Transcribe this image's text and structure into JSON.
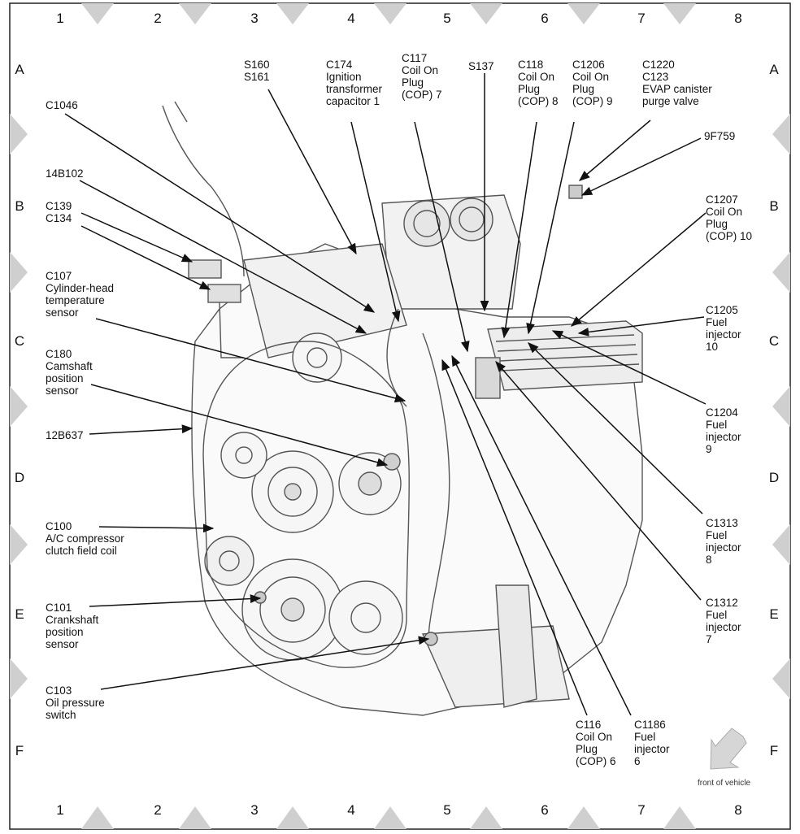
{
  "grid": {
    "columns": [
      "1",
      "2",
      "3",
      "4",
      "5",
      "6",
      "7",
      "8"
    ],
    "rows": [
      "A",
      "B",
      "C",
      "D",
      "E",
      "F"
    ]
  },
  "labels": {
    "s160": "S160\nS161",
    "c174": "C174\nIgnition\ntransformer\ncapacitor 1",
    "c117": "C117\nCoil On\nPlug\n(COP) 7",
    "s137": "S137",
    "c118": "C118\nCoil On\nPlug\n(COP) 8",
    "c1206": "C1206\nCoil On\nPlug\n(COP) 9",
    "c1220": "C1220\nC123\nEVAP canister\npurge valve",
    "c1046": "C1046",
    "f9f759": "9F759",
    "b14b102": "14B102",
    "c139": "C139\nC134",
    "c1207": "C1207\nCoil On\nPlug\n(COP) 10",
    "c107": "C107\nCylinder-head\ntemperature\nsensor",
    "c1205": "C1205\nFuel\ninjector\n10",
    "c180": "C180\nCamshaft\nposition\nsensor",
    "c1204": "C1204\nFuel\ninjector\n9",
    "b12b637": "12B637",
    "c1313": "C1313\nFuel\ninjector\n8",
    "c100": "C100\nA/C compressor\nclutch field coil",
    "c1312": "C1312\nFuel\ninjector\n7",
    "c101": "C101\nCrankshaft\nposition\nsensor",
    "c103": "C103\nOil pressure\nswitch",
    "c116": "C116\nCoil On\nPlug\n(COP) 6",
    "c1186": "C1186\nFuel\ninjector\n6"
  },
  "front_of_vehicle": "front of vehicle"
}
